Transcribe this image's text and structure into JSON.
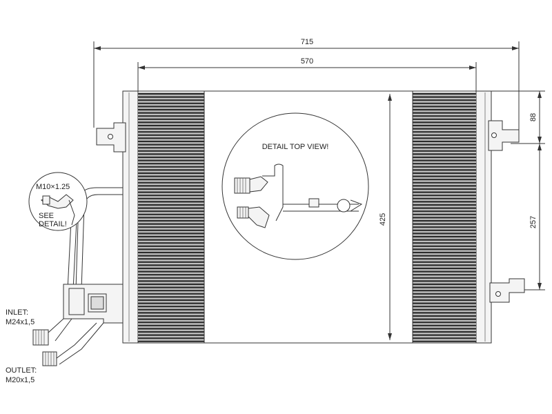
{
  "diagram": {
    "dimensions": {
      "overall_width": "715",
      "core_width": "570",
      "core_height": "425",
      "top_to_bracket": "88",
      "bracket_to_bracket": "257"
    },
    "labels": {
      "detail_title": "DETAIL TOP VIEW!",
      "thread_detail": "M10×1.25",
      "see_detail_1": "SEE",
      "see_detail_2": "DETAIL!",
      "inlet_1": "INLET:",
      "inlet_2": "M24x1,5",
      "outlet_1": "OUTLET:",
      "outlet_2": "M20x1,5"
    },
    "colors": {
      "fin": "#2b2b2b",
      "line": "#333333"
    }
  }
}
